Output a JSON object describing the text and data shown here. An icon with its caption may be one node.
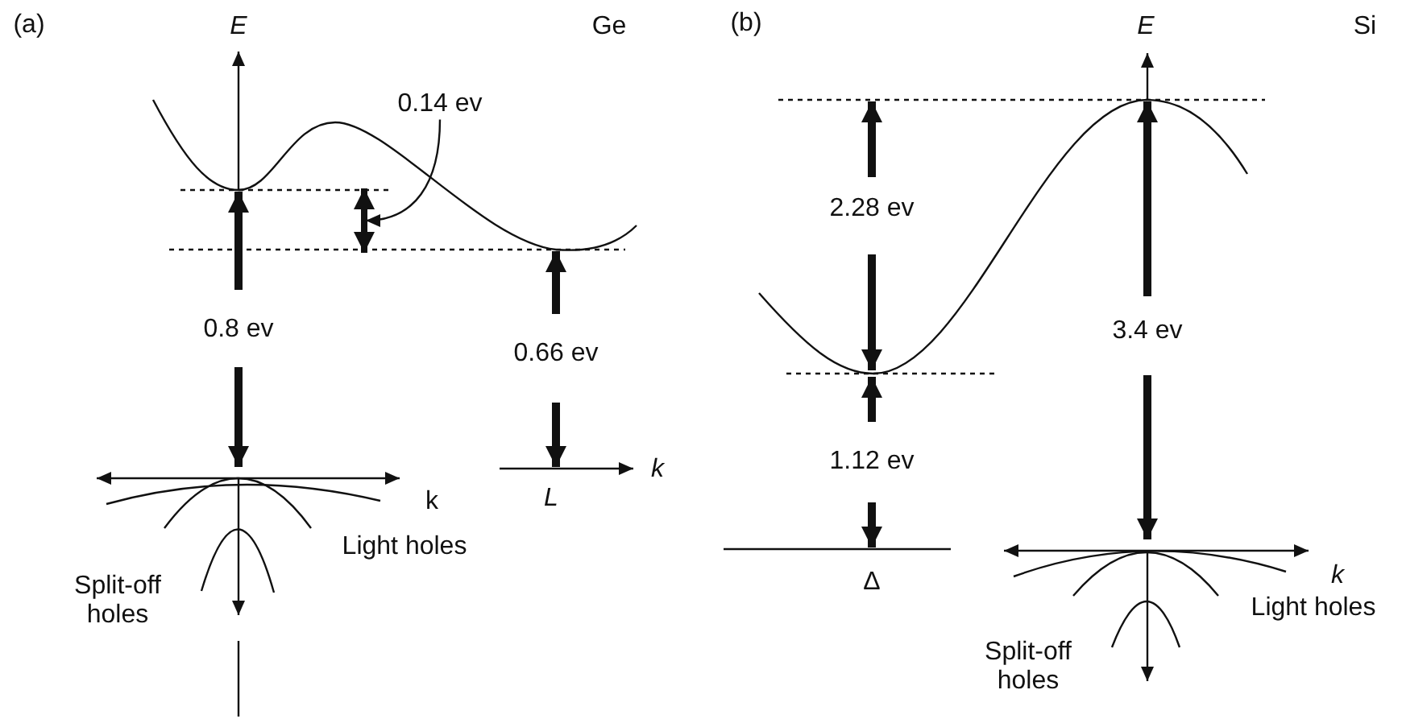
{
  "diagram": {
    "nodes": [
      {
        "text": [
          "0.14 ev"
        ]
      },
      {
        "text": [],
        "shape": "arrow"
      }
    ],
    "edges": [
      {
        "from": 0,
        "to": 1,
        "arrow": "to"
      }
    ],
    "labels": [
      "(a)",
      "E",
      "Ge",
      "0.8 ev",
      "0.66 ev",
      "k",
      "L",
      "k",
      "Light holes",
      "Split-off holes",
      "(b)",
      "E",
      "Si",
      "2.28 ev",
      "3.4 ev",
      "1.12 ev",
      "Δ",
      "k",
      "Light holes",
      "Split-off holes"
    ]
  }
}
